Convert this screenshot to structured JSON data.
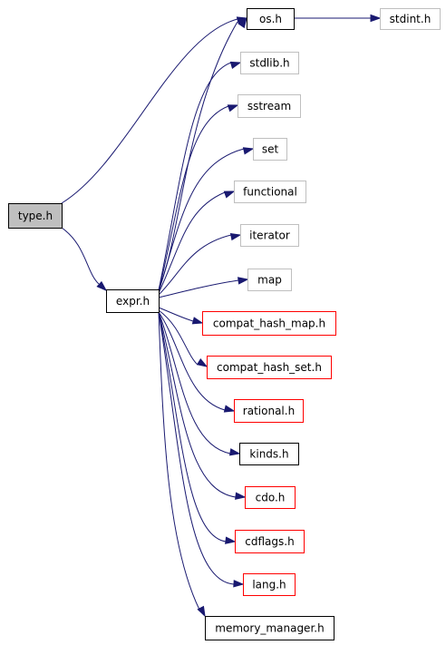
{
  "colors": {
    "edge": "#191970",
    "border_default": "#000000",
    "border_missing": "#bfbfbf",
    "border_link": "#ff0000",
    "fill_current": "#bfbfbf",
    "fill_default": "#ffffff"
  },
  "nodes": [
    {
      "id": "type_h",
      "label": "type.h",
      "style": "current"
    },
    {
      "id": "os_h",
      "label": "os.h",
      "style": "default"
    },
    {
      "id": "stdint_h",
      "label": "stdint.h",
      "style": "missing"
    },
    {
      "id": "stdlib_h",
      "label": "stdlib.h",
      "style": "missing"
    },
    {
      "id": "sstream",
      "label": "sstream",
      "style": "missing"
    },
    {
      "id": "set",
      "label": "set",
      "style": "missing"
    },
    {
      "id": "functional",
      "label": "functional",
      "style": "missing"
    },
    {
      "id": "iterator",
      "label": "iterator",
      "style": "missing"
    },
    {
      "id": "map",
      "label": "map",
      "style": "missing"
    },
    {
      "id": "expr_h",
      "label": "expr.h",
      "style": "default"
    },
    {
      "id": "compat_hash_map_h",
      "label": "compat_hash_map.h",
      "style": "link"
    },
    {
      "id": "compat_hash_set_h",
      "label": "compat_hash_set.h",
      "style": "link"
    },
    {
      "id": "rational_h",
      "label": "rational.h",
      "style": "link"
    },
    {
      "id": "kinds_h",
      "label": "kinds.h",
      "style": "default"
    },
    {
      "id": "cdo_h",
      "label": "cdo.h",
      "style": "link"
    },
    {
      "id": "cdflags_h",
      "label": "cdflags.h",
      "style": "link"
    },
    {
      "id": "lang_h",
      "label": "lang.h",
      "style": "link"
    },
    {
      "id": "memory_manager_h",
      "label": "memory_manager.h",
      "style": "default"
    }
  ],
  "edges": [
    {
      "from": "type_h",
      "to": "os_h"
    },
    {
      "from": "type_h",
      "to": "expr_h"
    },
    {
      "from": "os_h",
      "to": "stdint_h"
    },
    {
      "from": "expr_h",
      "to": "os_h"
    },
    {
      "from": "expr_h",
      "to": "stdlib_h"
    },
    {
      "from": "expr_h",
      "to": "sstream"
    },
    {
      "from": "expr_h",
      "to": "set"
    },
    {
      "from": "expr_h",
      "to": "functional"
    },
    {
      "from": "expr_h",
      "to": "iterator"
    },
    {
      "from": "expr_h",
      "to": "map"
    },
    {
      "from": "expr_h",
      "to": "compat_hash_map_h"
    },
    {
      "from": "expr_h",
      "to": "compat_hash_set_h"
    },
    {
      "from": "expr_h",
      "to": "rational_h"
    },
    {
      "from": "expr_h",
      "to": "kinds_h"
    },
    {
      "from": "expr_h",
      "to": "cdo_h"
    },
    {
      "from": "expr_h",
      "to": "cdflags_h"
    },
    {
      "from": "expr_h",
      "to": "lang_h"
    },
    {
      "from": "expr_h",
      "to": "memory_manager_h"
    }
  ]
}
